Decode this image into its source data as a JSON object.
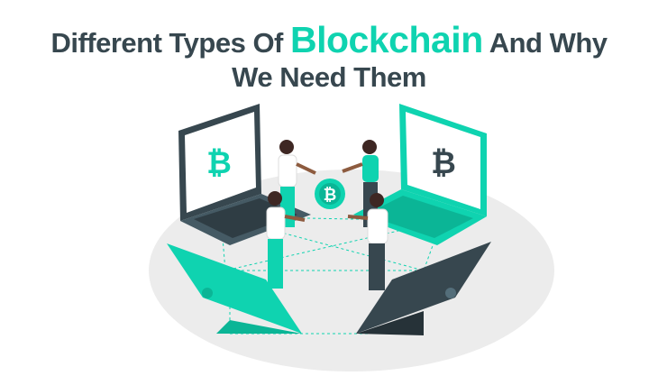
{
  "title": {
    "line1_before": "Different Types Of ",
    "line1_highlight": "Blockchain",
    "line1_after": " And Why",
    "line2": "We Need Them"
  },
  "colors": {
    "dark": "#37474f",
    "accent": "#0fd3b0",
    "floor": "#ececec"
  },
  "illustration": {
    "screen_symbol": "₿",
    "coin_symbol": "₿"
  }
}
